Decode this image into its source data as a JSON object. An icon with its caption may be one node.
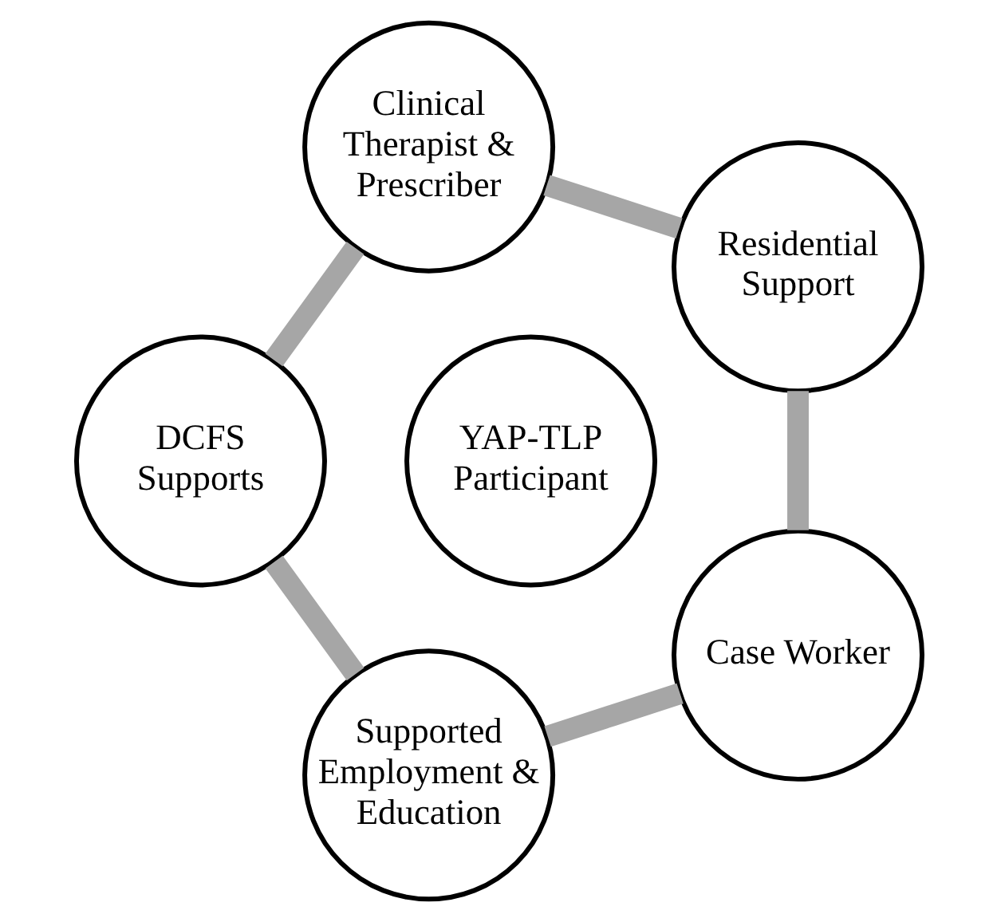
{
  "diagram": {
    "nodes": [
      {
        "text": [
          "Residential Support"
        ]
      },
      {
        "text": [
          "Clinical Therapist & Prescriber"
        ]
      },
      {
        "text": [
          "DCFS Supports"
        ]
      },
      {
        "text": [
          "Supported Employment & Education"
        ]
      },
      {
        "text": [
          "Case Worker"
        ]
      },
      {
        "text": [
          "YAP-TLP Participant"
        ]
      }
    ],
    "edges": [
      {
        "from": 0,
        "to": 1,
        "arrow": "none"
      },
      {
        "from": 1,
        "to": 2,
        "arrow": "none"
      },
      {
        "from": 2,
        "to": 3,
        "arrow": "none"
      },
      {
        "from": 3,
        "to": 4,
        "arrow": "none"
      },
      {
        "from": 4,
        "to": 0,
        "arrow": "none"
      }
    ]
  }
}
